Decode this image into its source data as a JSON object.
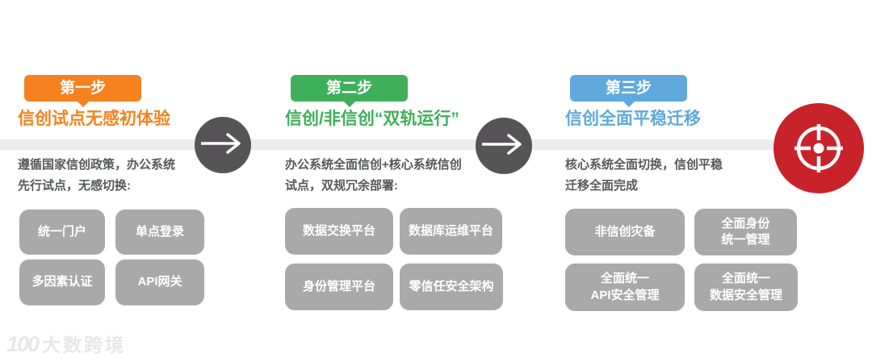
{
  "steps": [
    {
      "badge": "第一步",
      "title": "信创试点无感初体验",
      "description": "遵循国家信创政策，办公系统\n先行试点，无感切换:",
      "boxes": [
        "统一门户",
        "单点登录",
        "多因素认证",
        "API网关"
      ],
      "accent_color": "#F5821F"
    },
    {
      "badge": "第二步",
      "title": "信创/非信创“双轨运行”",
      "description": "办公系统全面信创+核心系统信创\n试点，双规冗余部署:",
      "boxes": [
        "数据交换平台",
        "数据库运维平台",
        "身份管理平台",
        "零信任安全架构"
      ],
      "accent_color": "#3FAF5A"
    },
    {
      "badge": "第三步",
      "title": "信创全面平稳迁移",
      "description": "核心系统全面切换，信创平稳\n迁移全面完成",
      "boxes": [
        "非信创灾备",
        "全面身份\n统一管理",
        "全面统一\nAPI安全管理",
        "全面统一\n数据安全管理"
      ],
      "accent_color": "#5FA9DC"
    }
  ],
  "colors": {
    "box_gray": "#A9A9A9",
    "arrow_circle_gray": "#565456",
    "timeline_bar": "#ECECEC",
    "target_red": "#C8232B",
    "description_text": "#57585B"
  },
  "icons": {
    "arrow": "right-arrow",
    "target": "target-crosshair"
  },
  "watermark": {
    "logo": "100",
    "brand": "大数跨境"
  }
}
